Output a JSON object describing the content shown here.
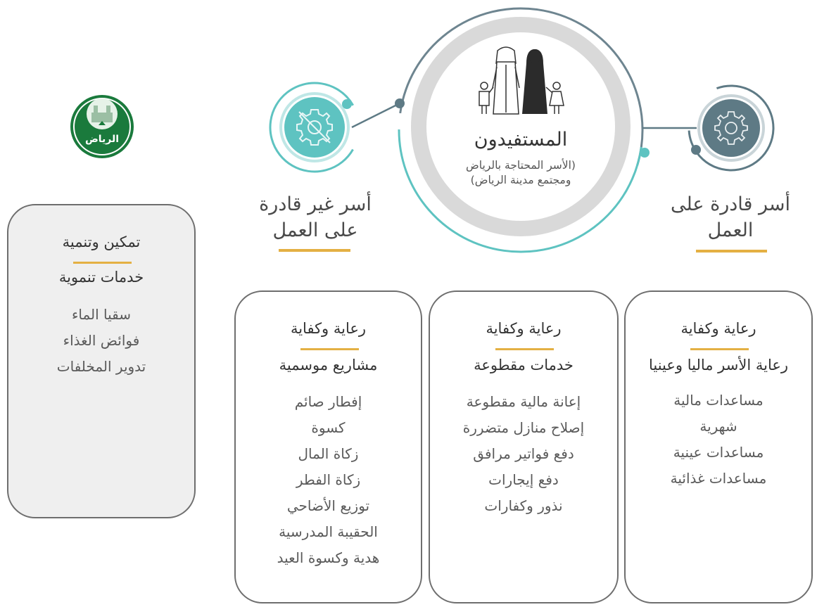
{
  "logo": {
    "text": "الرياض"
  },
  "center": {
    "title": "المستفيدون",
    "subtitle_line1": "(الأسر المحتاجة بالرياض",
    "subtitle_line2": "ومجتمع مدينة الرياض)"
  },
  "groups": {
    "left": {
      "line1": "أسر غير قادرة",
      "line2": "على العمل"
    },
    "right": {
      "line1": "أسر قادرة على",
      "line2": "العمل"
    }
  },
  "cards": [
    {
      "category": "تمكين وتنمية",
      "title": "خدمات تنموية",
      "items": [
        "سقيا الماء",
        "فوائض الغذاء",
        "تدوير المخلفات"
      ]
    },
    {
      "category": "رعاية وكفاية",
      "title": "مشاريع موسمية",
      "items": [
        "إفطار صائم",
        "كسوة",
        "زكاة المال",
        "زكاة الفطر",
        "توزيع الأضاحي",
        "الحقيبة المدرسية",
        "هدية وكسوة العيد"
      ]
    },
    {
      "category": "رعاية وكفاية",
      "title": "خدمات مقطوعة",
      "items": [
        "إعانة مالية مقطوعة",
        "إصلاح منازل متضررة",
        "دفع فواتير مرافق",
        "دفع إيجارات",
        "نذور وكفارات"
      ]
    },
    {
      "category": "رعاية وكفاية",
      "title": "رعاية الأسر ماليا وعينيا",
      "items": [
        "مساعدات مالية",
        "شهرية",
        "مساعدات عينية",
        "مساعدات غذائية"
      ]
    }
  ],
  "colors": {
    "teal": "#5ec3c1",
    "slate": "#5e7a85",
    "gold": "#e4b043",
    "ring_grey": "#d9d9d9",
    "logo_green": "#1a7a3c"
  },
  "icons": {
    "center": "family-icon",
    "left": "gear-slash-icon",
    "right": "gear-icon"
  }
}
